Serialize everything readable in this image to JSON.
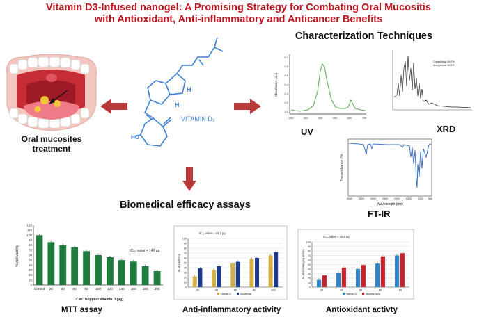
{
  "header": {
    "title_line1": "Vitamin D3-Infused nanogel: A Promising Strategy for Combating Oral Mucositis",
    "title_line2": "with Antioxidant, Anti-inflammatory and Anticancer Benefits"
  },
  "mouth": {
    "caption_line1": "Oral mucosites",
    "caption_line2": "treatment"
  },
  "molecule": {
    "label": "VITAMIN D₃",
    "h_label": "H",
    "oh_label": "HO"
  },
  "characterization": {
    "title": "Characterization Techniques",
    "uv": {
      "caption": "UV",
      "ylabel": "Absorbance (a.u)",
      "xlabel": "",
      "x_ticks": [
        "200",
        "300",
        "400",
        "500",
        "600",
        "700"
      ],
      "y_ticks": [
        "0.1",
        "0.2",
        "0.3",
        "0.4",
        "0.5",
        "0.6",
        "0.7"
      ]
    },
    "xrd": {
      "caption": "XRD",
      "legend": [
        "Crystallinity: 69.7%",
        "Amorphous: 30.3%"
      ]
    },
    "ftir": {
      "caption": "FT-IR",
      "ylabel": "Transmittance (%)",
      "xlabel": "Wavelength (nm)",
      "x_ticks": [
        "4000",
        "3500",
        "3000",
        "2500",
        "2000",
        "1500",
        "1000",
        "500"
      ]
    }
  },
  "efficacy": {
    "title": "Biomedical efficacy assays"
  },
  "mtt": {
    "caption": "MTT assay",
    "annotation": "IC₅₀ value = 146 µg",
    "xlabel": "CMC Doppedi Vitamin D (µg)",
    "ylabel": "% cell viability"
  },
  "anti_inflammatory": {
    "caption": "Anti-inflammatory activity",
    "annotation": "IC₅₀ value = 44.2 µg",
    "ylabel": "% of inhibition"
  },
  "antioxidant": {
    "caption": "Antioxidant activty",
    "annotation": "IC₅₀ value = 42.8 µg",
    "ylabel": "% of scavenging assay"
  },
  "colors": {
    "title_red": "#c0121c",
    "arrow_red": "#b9383a",
    "mtt_green": "#1f7a3e",
    "mol_blue": "#3b7fd4",
    "uv_green": "#5fb35a",
    "ftir_blue": "#3f73c9",
    "gold": "#d4b04a",
    "navy": "#1c3a8c",
    "teal_blue": "#2f86c6",
    "crimson": "#c8232c"
  },
  "chart_data": [
    {
      "type": "bar",
      "title": "",
      "xlabel": "CMC Doppedi Vitamin D (µg)",
      "ylabel": "% cell viability",
      "categories": [
        "Control",
        "20",
        "40",
        "60",
        "80",
        "100",
        "120",
        "140",
        "160",
        "180",
        "200"
      ],
      "values": [
        100,
        86,
        80,
        76,
        68,
        60,
        56,
        50,
        47,
        38,
        28
      ],
      "ylim": [
        0,
        120
      ],
      "y_ticks": [
        0,
        10,
        20,
        30,
        40,
        50,
        60,
        70,
        80,
        90,
        100,
        110,
        120
      ],
      "grid": false
    },
    {
      "type": "bar",
      "title": "",
      "ylabel": "% of inhibition",
      "categories": [
        "20",
        "40",
        "60",
        "80",
        "100"
      ],
      "series": [
        {
          "name": "Vitamin D",
          "values": [
            22,
            35,
            49,
            58,
            65
          ]
        },
        {
          "name": "Diclofenac",
          "values": [
            39,
            43,
            52,
            60,
            72
          ]
        }
      ],
      "ylim": [
        0,
        100
      ],
      "y_ticks": [
        0,
        10,
        20,
        30,
        40,
        50,
        60,
        70,
        80,
        90,
        100
      ],
      "grid": true,
      "legend": "bottom"
    },
    {
      "type": "bar",
      "title": "",
      "ylabel": "% of scavenging assay",
      "categories": [
        "20",
        "40",
        "60",
        "80",
        "100"
      ],
      "series": [
        {
          "name": "Vitamin D",
          "values": [
            16,
            32,
            40,
            52,
            70
          ]
        },
        {
          "name": "Ascorbic acid",
          "values": [
            26,
            43,
            49,
            68,
            75
          ]
        }
      ],
      "ylim": [
        0,
        100
      ],
      "y_ticks": [
        0,
        10,
        20,
        30,
        40,
        50,
        60,
        70,
        80,
        90,
        100
      ],
      "grid": true,
      "legend": "bottom"
    }
  ]
}
